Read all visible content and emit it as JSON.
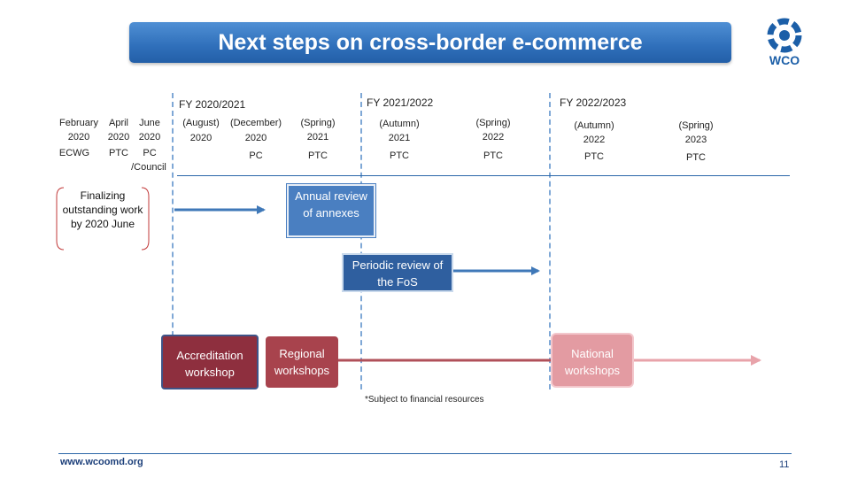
{
  "title": "Next steps on cross-border e-commerce",
  "logo": {
    "text": "WCO",
    "color": "#1c5fa8"
  },
  "fiscal_years": [
    "FY 2020/2021",
    "FY 2021/2022",
    "FY 2022/2023"
  ],
  "left_columns": {
    "row1": [
      "February",
      "April",
      "June"
    ],
    "row2": [
      "2020",
      "2020",
      "2020"
    ],
    "row3": [
      "ECWG",
      "PTC",
      "PC"
    ],
    "row4": "/Council"
  },
  "columns": [
    {
      "period": "(August)",
      "year": "2020",
      "body": ""
    },
    {
      "period": "(December)",
      "year": "2020",
      "body": "PC"
    },
    {
      "period": "(Spring)",
      "year": "2021",
      "body": "PTC"
    },
    {
      "period": "(Autumn)",
      "year": "2021",
      "body": "PTC"
    },
    {
      "period": "(Spring)",
      "year": "2022",
      "body": "PTC"
    },
    {
      "period": "(Autumn)",
      "year": "2022",
      "body": "PTC"
    },
    {
      "period": "(Spring)",
      "year": "2023",
      "body": "PTC"
    }
  ],
  "boxes": {
    "finalizing": "Finalizing outstanding work by 2020 June",
    "annual_review": "Annual review of annexes",
    "periodic_review": "Periodic review of the FoS",
    "accreditation": "Accreditation workshop",
    "regional": "Regional workshops",
    "national": "National workshops"
  },
  "footnote": "*Subject to financial resources",
  "footer": {
    "url": "www.wcoomd.org",
    "page": "11"
  },
  "colors": {
    "title_bar": "#2f6fba",
    "blue_arrow": "#3f78b8",
    "red_arrow": "#b0505a",
    "pink_arrow": "#e8a3aa"
  }
}
